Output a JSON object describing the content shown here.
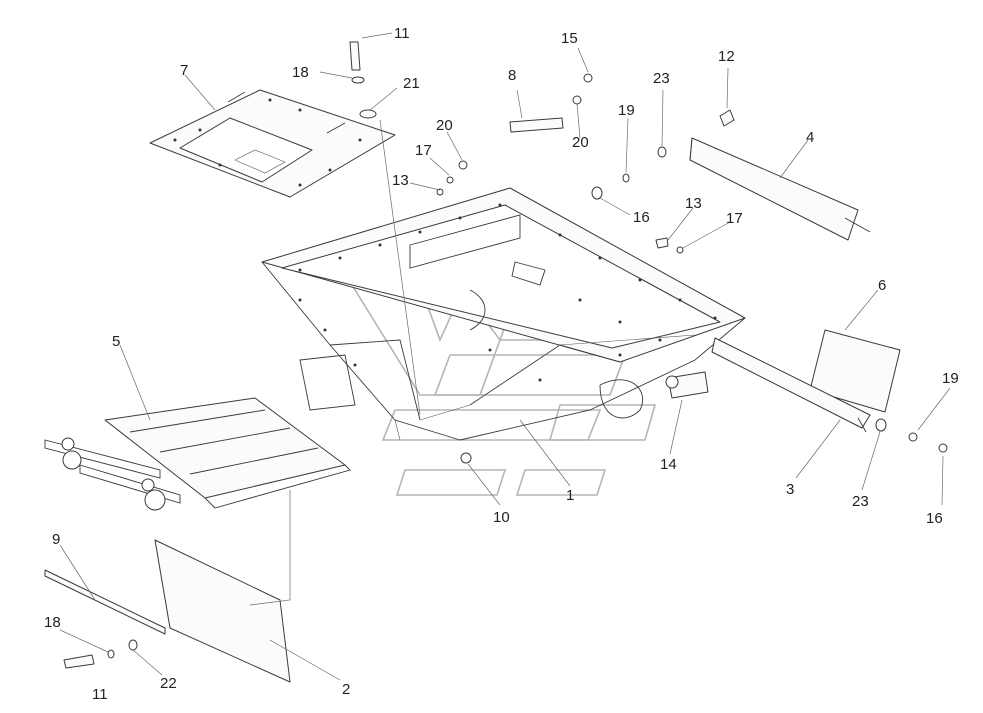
{
  "callouts": {
    "c1": "1",
    "c2": "2",
    "c3": "3",
    "c4": "4",
    "c5": "5",
    "c6": "6",
    "c7": "7",
    "c8": "8",
    "c9": "9",
    "c10": "10",
    "c11_top": "11",
    "c11_bottom": "11",
    "c12": "12",
    "c13_left": "13",
    "c13_right": "13",
    "c14": "14",
    "c15": "15",
    "c16_mid": "16",
    "c16_right": "16",
    "c17_left": "17",
    "c17_right": "17",
    "c18_top": "18",
    "c18_bottom": "18",
    "c19_mid": "19",
    "c19_right": "19",
    "c20_left": "20",
    "c20_right": "20",
    "c21": "21",
    "c22": "22",
    "c23_mid": "23",
    "c23_right": "23"
  },
  "colors": {
    "line": "#3a3a3a",
    "watermark": "#b5b5b5",
    "background": "#ffffff"
  }
}
